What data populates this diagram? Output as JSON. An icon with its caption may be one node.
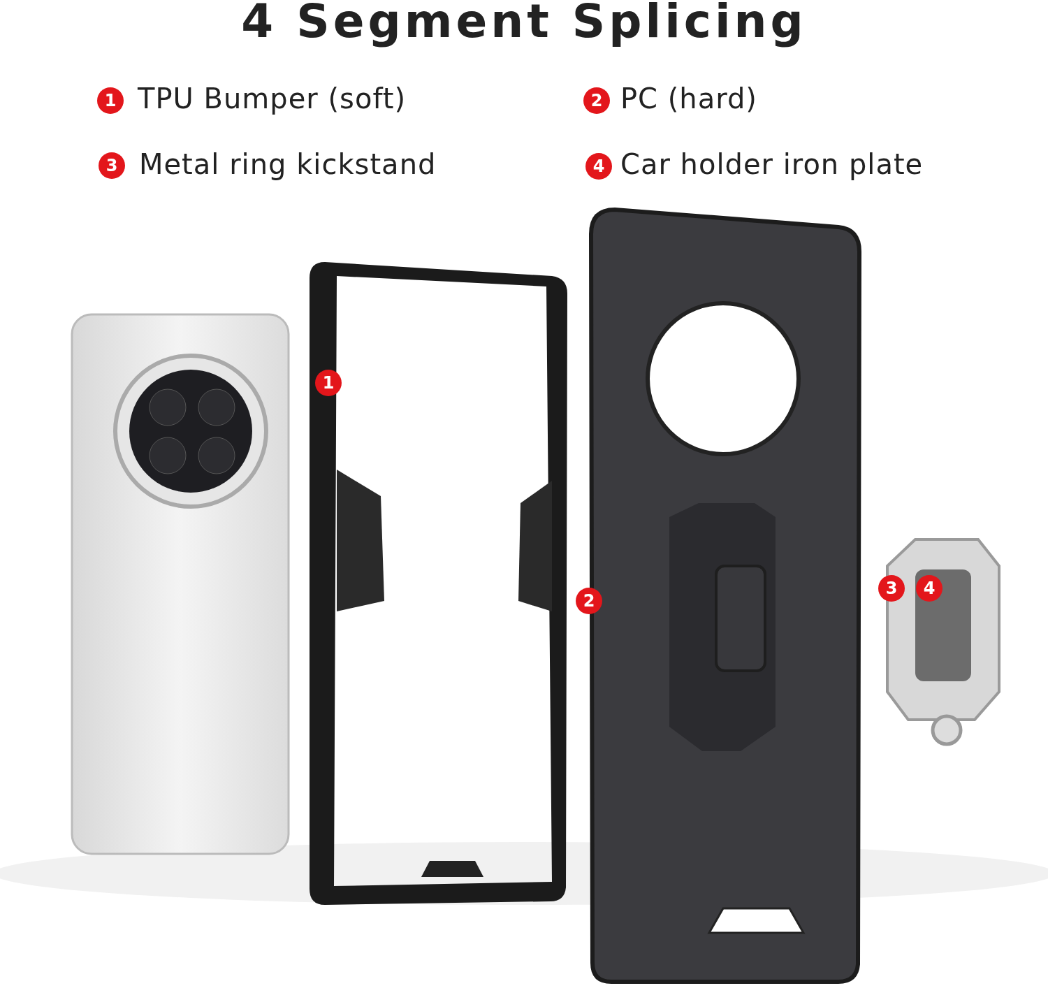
{
  "diagram": {
    "title": "4 Segment Splicing",
    "labels": [
      "1",
      "TPU Bumper (soft)",
      "2",
      "PC (hard)",
      "3",
      "Metal ring kickstand",
      "4",
      "Car holder iron plate",
      "1",
      "2",
      "3",
      "4"
    ]
  }
}
